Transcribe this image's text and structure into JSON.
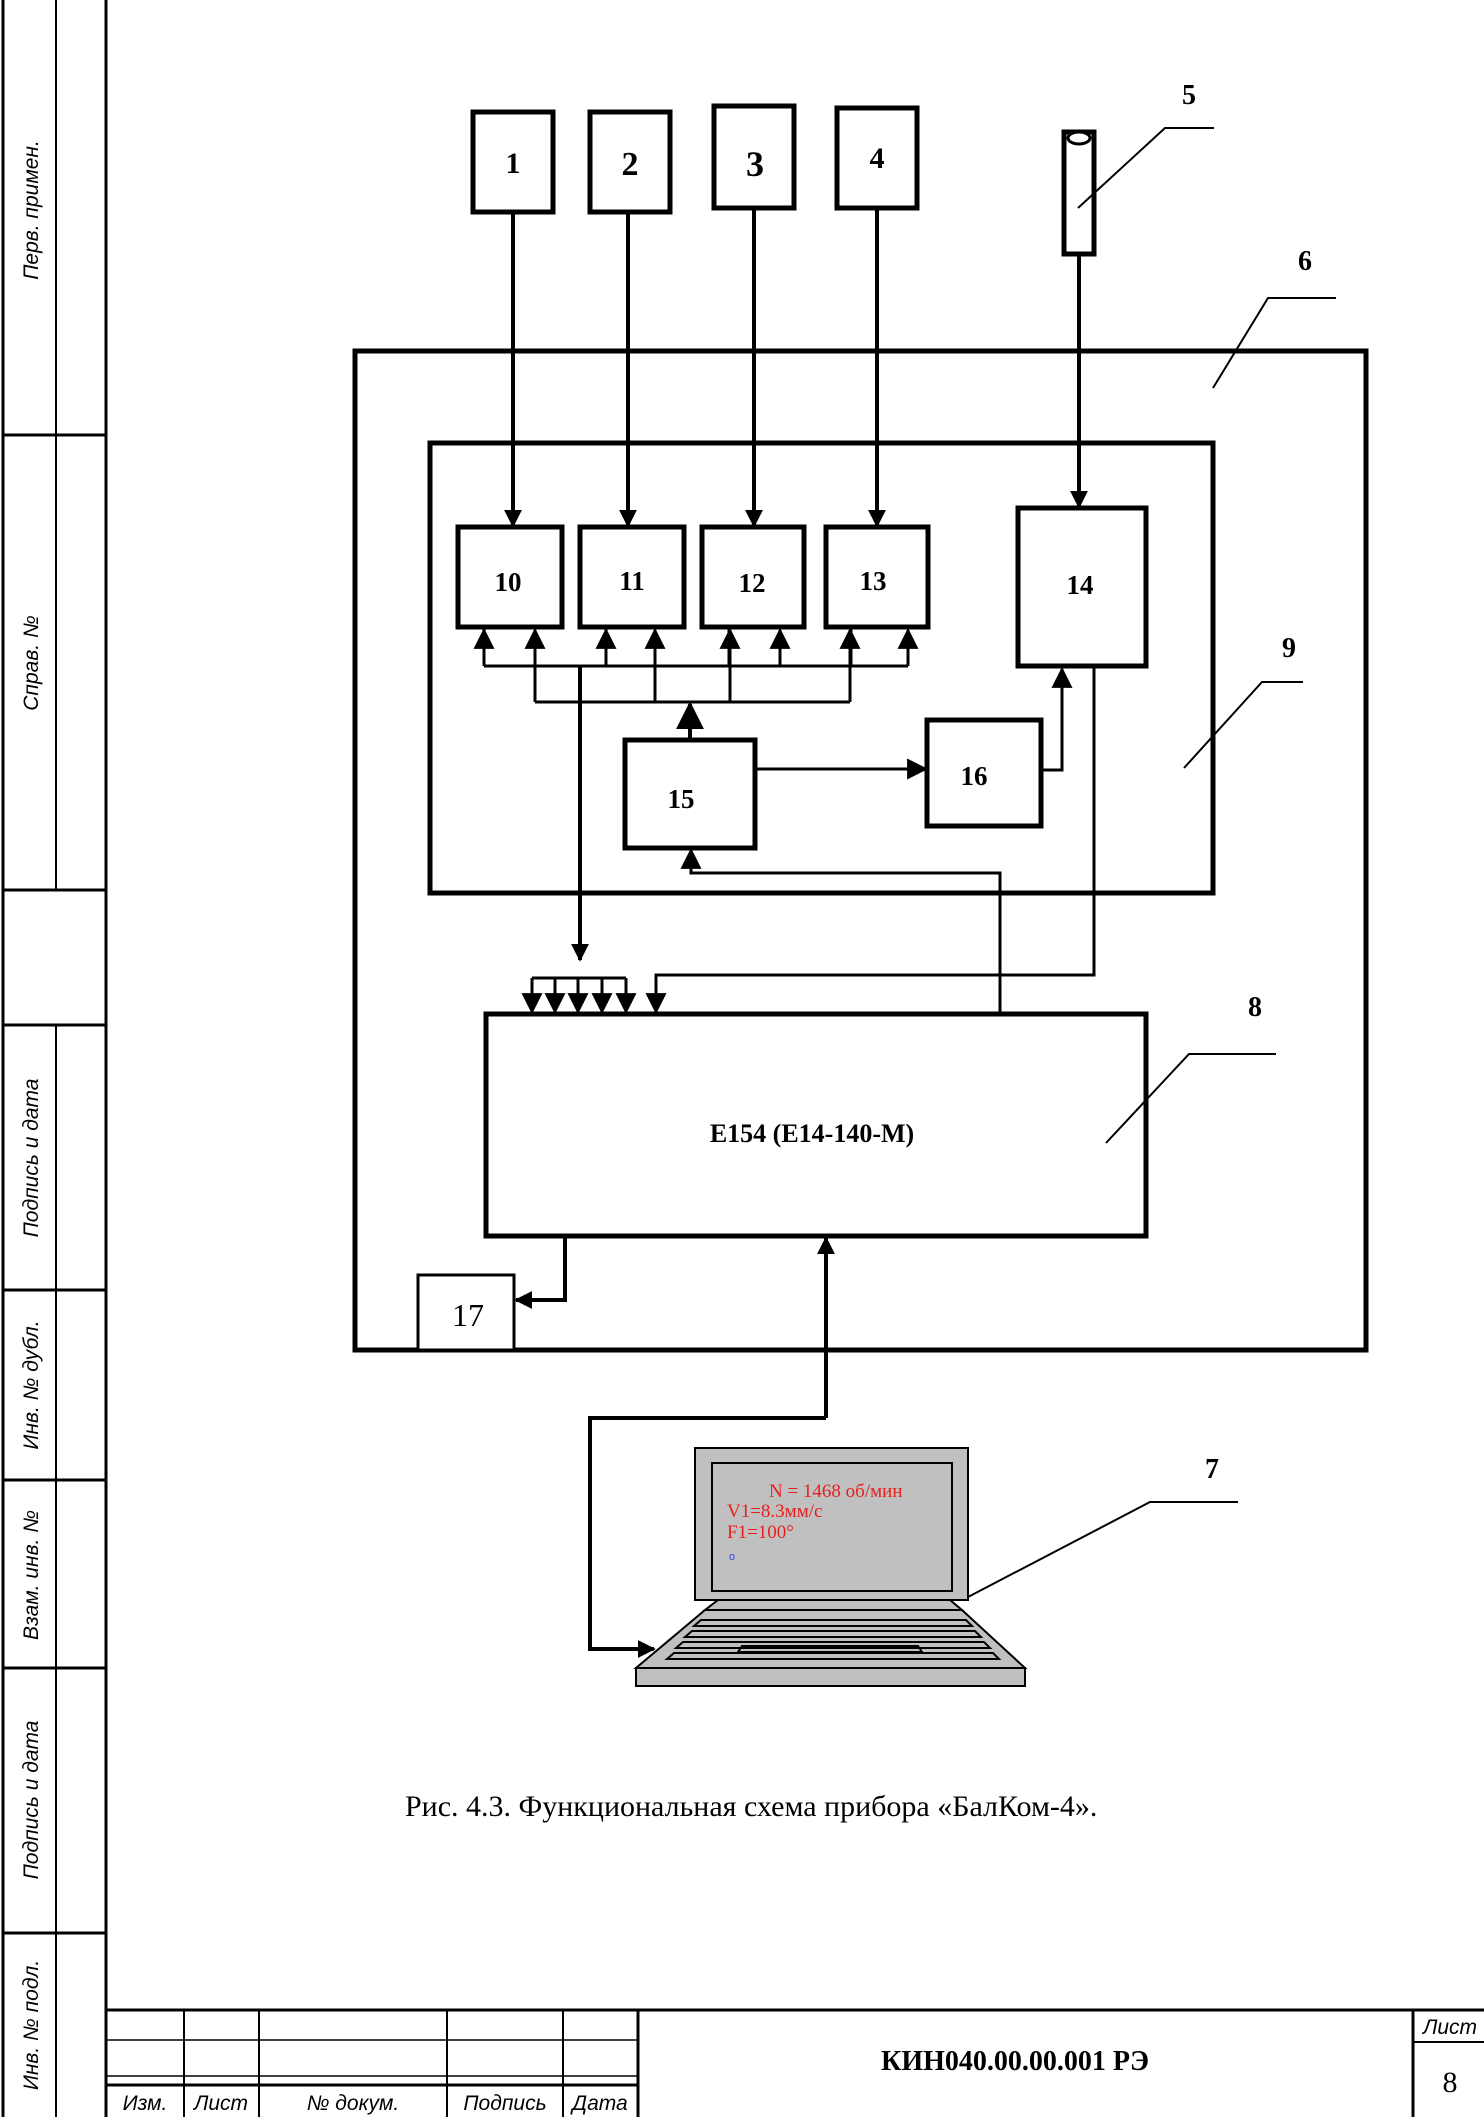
{
  "side_stamp": {
    "perv_primen": "Перв. примен.",
    "sprav_no": "Справ. №",
    "podpis_data_1": "Подпись и дата",
    "inv_no_dubl": "Инв. № дубл.",
    "vzam_inv_no": "Взам. инв. №",
    "podpis_data_2": "Подпись и дата",
    "inv_no_podl": "Инв. № подл."
  },
  "diagram": {
    "blocks": {
      "b1": "1",
      "b2": "2",
      "b3": "3",
      "b4": "4",
      "b10": "10",
      "b11": "11",
      "b12": "12",
      "b13": "13",
      "b14": "14",
      "b15": "15",
      "b16": "16",
      "b17": "17",
      "b8": "E154 (E14-140-M)"
    },
    "callouts": {
      "c5": "5",
      "c6": "6",
      "c7": "7",
      "c8": "8",
      "c9": "9"
    },
    "laptop_screen": {
      "line1": "N = 1468 об/мин",
      "line2": "V1=8.3мм/с",
      "line3": "F1=100°",
      "line4": "o",
      "text_color": "#e8201c",
      "cursor_color": "#2b4bd8",
      "screen_color": "#c0c0c0"
    }
  },
  "caption": "Рис. 4.3. Функциональная схема прибора «БалКом-4».",
  "title_block": {
    "doc_code": "КИН040.00.00.001 РЭ",
    "sheet_label": "Лист",
    "sheet_number": "8",
    "col_izm": "Изм.",
    "col_list": "Лист",
    "col_dokum": "№ докум.",
    "col_podpis": "Подпись",
    "col_data": "Дата"
  }
}
